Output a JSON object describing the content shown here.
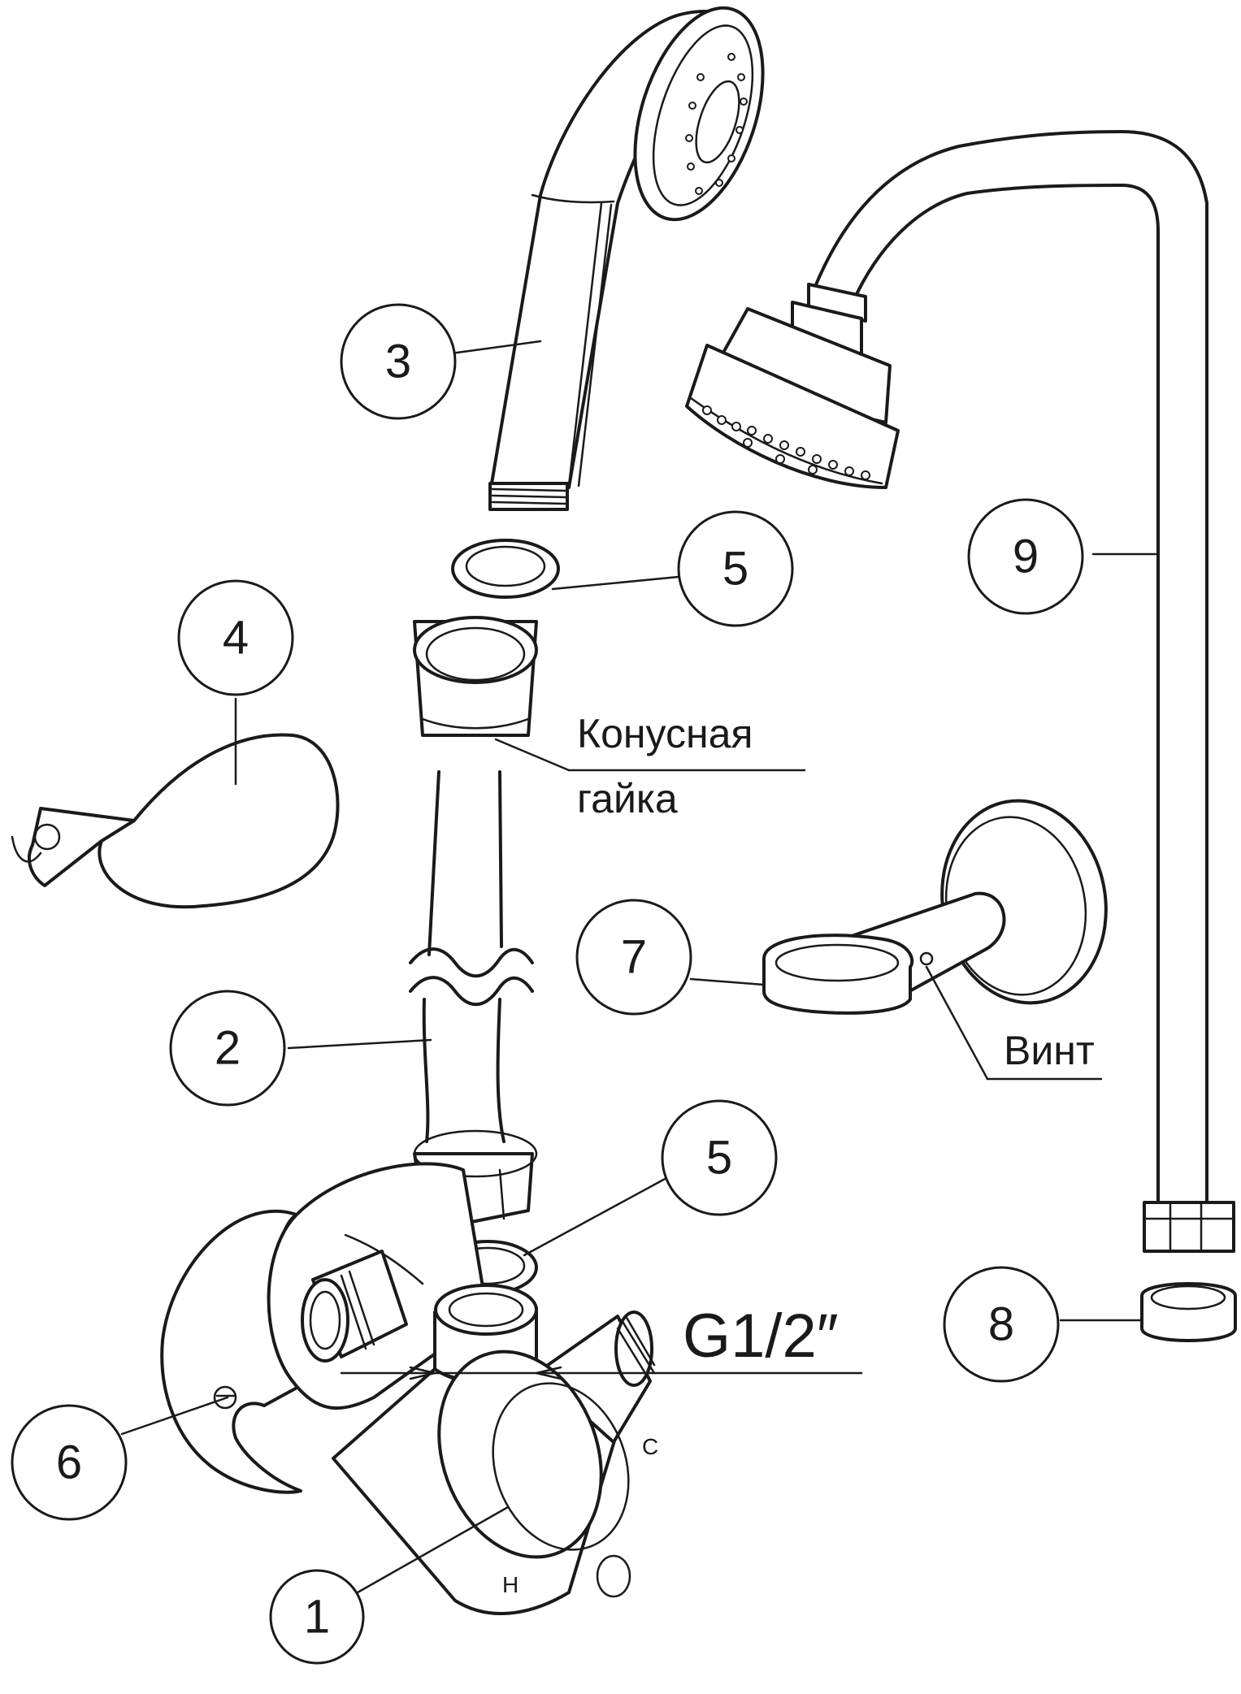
{
  "callouts": [
    {
      "num": "1"
    },
    {
      "num": "2"
    },
    {
      "num": "3"
    },
    {
      "num": "4"
    },
    {
      "num": "5"
    },
    {
      "num": "5"
    },
    {
      "num": "6"
    },
    {
      "num": "7"
    },
    {
      "num": "8"
    },
    {
      "num": "9"
    }
  ],
  "labels": {
    "cone_nut_line1": "Конусная",
    "cone_nut_line2": "гайка",
    "screw": "Винт",
    "thread_size": "G1/2″",
    "mixer_hot": "Н",
    "mixer_cold": "С"
  },
  "colors": {
    "ink": "#1a1a1a",
    "background": "#ffffff"
  }
}
